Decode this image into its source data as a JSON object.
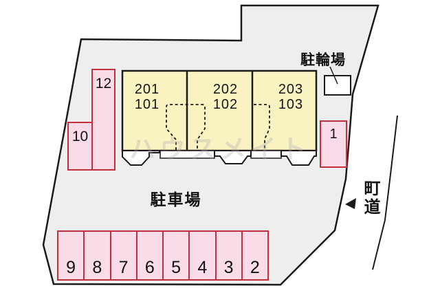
{
  "site": {
    "labels": {
      "parking_lot": "駐車場",
      "bicycle_parking": "駐輪場",
      "road": "町道"
    },
    "watermark": "ハウスメイト",
    "building": {
      "units": [
        {
          "upper": "201",
          "lower": "101"
        },
        {
          "upper": "202",
          "lower": "102"
        },
        {
          "upper": "203",
          "lower": "103"
        }
      ]
    },
    "parking": {
      "left_spaces": [
        {
          "label": "12"
        },
        {
          "label": "10"
        }
      ],
      "right_space": {
        "label": "1"
      },
      "bottom_row": [
        {
          "label": "9"
        },
        {
          "label": "8"
        },
        {
          "label": "7"
        },
        {
          "label": "6"
        },
        {
          "label": "5"
        },
        {
          "label": "4"
        },
        {
          "label": "3"
        },
        {
          "label": "2"
        }
      ]
    },
    "colors": {
      "site_fill": "#eeeeee",
      "building_fill": "#f9f2c1",
      "space_fill": "#f9dce8",
      "space_border": "#c62e3e",
      "outline": "#1a1a1a"
    }
  }
}
